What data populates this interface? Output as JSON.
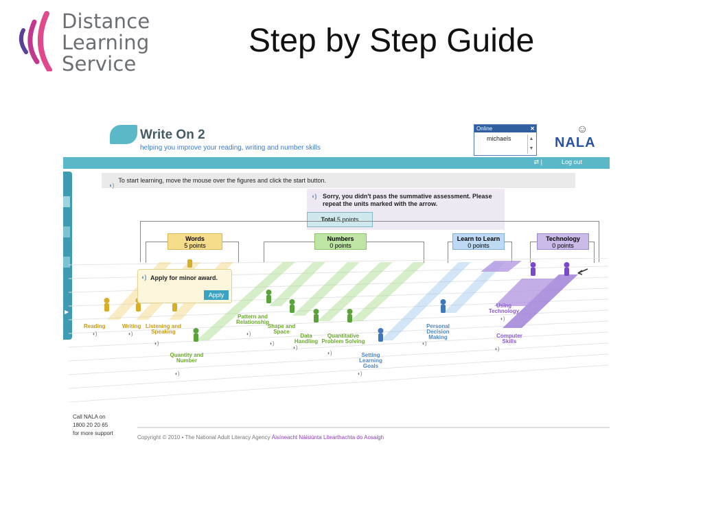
{
  "slide": {
    "logo_lines": [
      "Distance",
      "Learning",
      "Service"
    ],
    "title": "Step by Step Guide"
  },
  "app": {
    "title": "Write On 2",
    "tagline": "helping you improve your reading, writing and number skills",
    "online_label": "Online",
    "online_user": "michaels",
    "brand": "NALA",
    "logout": "Log out",
    "instruction": "To start learning, move the mouse over the figures and click the start button.",
    "sorry_message": "Sorry, you didn't pass the summative assessment. Please repeat the units marked with the arrow.",
    "total_label": "Total",
    "total_points": "5 points",
    "minor_award": "Apply for minor award.",
    "apply_button": "Apply",
    "categories": [
      {
        "name": "Words",
        "points": "5 points",
        "color": "#f6dd8c"
      },
      {
        "name": "Numbers",
        "points": "0 points",
        "color": "#bfe5a5"
      },
      {
        "name": "Learn to Learn",
        "points": "0 points",
        "color": "#bdd9f3"
      },
      {
        "name": "Technology",
        "points": "0 points",
        "color": "#cbbbe8"
      }
    ],
    "units": {
      "reading": "Reading",
      "writing": "Writing",
      "listening": "Listening and Speaking",
      "quantity": "Quantity and Number",
      "pattern": "Pattern and Relationship",
      "shape": "Shape and Space",
      "data": "Data Handling",
      "quantitative": "Quantitative Problem Solving",
      "goals": "Setting Learning Goals",
      "personal": "Personal Decision Making",
      "using_tech": "Using Technology",
      "computer": "Computer Skills"
    },
    "footer_call": [
      "Call NALA on",
      "1800 20 20 65",
      "for more support"
    ],
    "copyright": "Copyright © 2010 • The National Adult Literacy Agency",
    "copyright_irish": "Áisíneacht Náisiúnta Litearthachta do Aosaigh"
  }
}
